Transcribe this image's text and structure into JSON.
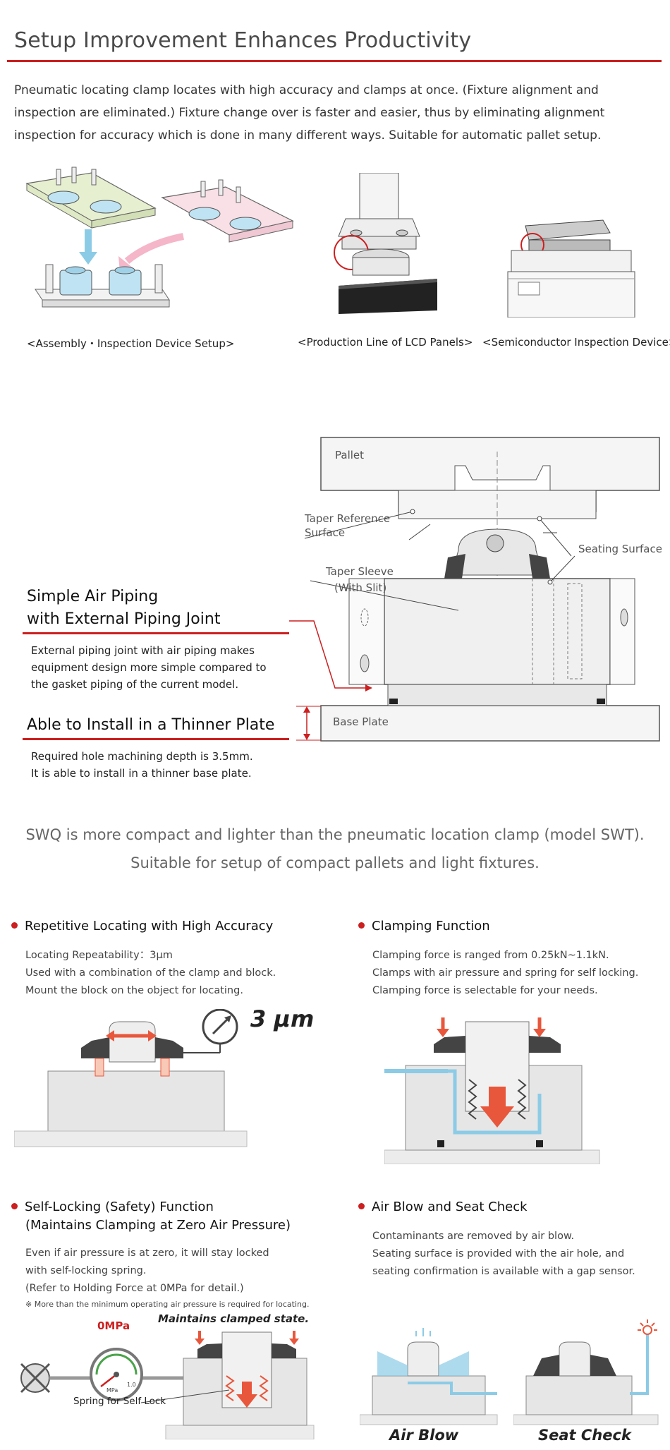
{
  "header": {
    "title": "Setup Improvement Enhances Productivity",
    "intro": "Pneumatic locating clamp locates with high accuracy and clamps at once. (Fixture alignment and inspection are eliminated.) Fixture change over is faster and easier, thus by eliminating alignment inspection for accuracy which is done in many different ways. Suitable for automatic pallet setup."
  },
  "applications": [
    {
      "caption": "<Assembly・Inspection Device Setup>"
    },
    {
      "caption": "<Production Line of LCD Panels>"
    },
    {
      "caption": "<Semiconductor Inspection Device>"
    }
  ],
  "diagram": {
    "labels": {
      "pallet": "Pallet",
      "taper_reference_1": "Taper Reference",
      "taper_reference_2": "Surface",
      "seating_surface": "Seating Surface",
      "taper_sleeve_1": "Taper Sleeve",
      "taper_sleeve_2": "(With Slit)",
      "base_plate": "Base Plate"
    },
    "features": [
      {
        "title_line1": "Simple Air Piping",
        "title_line2": "with External Piping Joint",
        "desc1": "External piping joint with air piping makes",
        "desc2": "equipment design more simple compared to",
        "desc3": "the gasket piping of the current model."
      },
      {
        "title_line1": "Able to Install in a Thinner Plate",
        "desc1": "Required hole machining depth is 3.5mm.",
        "desc2": "It is able to install in a thinner base plate."
      }
    ]
  },
  "summary": {
    "line1": "SWQ is more compact and lighter than the pneumatic location clamp (model SWT).",
    "line2": "Suitable for setup of compact pallets and light fixtures."
  },
  "sections": {
    "repetitive": {
      "title": "Repetitive Locating with High Accuracy",
      "lines": [
        "Locating Repeatability：3μm",
        "Used with a combination of the clamp and block.",
        "Mount the block on the object for locating."
      ],
      "gauge_value": "3 μm"
    },
    "clamping": {
      "title": "Clamping Function",
      "lines": [
        "Clamping force is ranged from 0.25kN~1.1kN.",
        "Clamps with air pressure and spring for self locking.",
        "Clamping force is selectable for your needs."
      ]
    },
    "self_locking": {
      "title_line1": "Self-Locking (Safety) Function",
      "title_line2": "(Maintains Clamping at Zero Air Pressure)",
      "lines": [
        "Even if air pressure is at zero, it will stay locked",
        "with self-locking spring.",
        "(Refer to Holding Force at 0MPa for detail.)"
      ],
      "note": "※ More than the minimum operating air pressure is required for locating.",
      "pressure_label": "0MPa",
      "gauge_unit": "MPa",
      "gauge_max": "1.0",
      "maintains_label": "Maintains clamped state.",
      "spring_label": "Spring for Self Lock"
    },
    "air_blow": {
      "title": "Air Blow and Seat Check",
      "lines": [
        "Contaminants are removed by air blow.",
        "Seating surface is provided with the air hole, and",
        "seating confirmation is available with a gap sensor."
      ],
      "caption_left": "Air Blow",
      "caption_right": "Seat Check"
    }
  },
  "colors": {
    "accent": "#cc1f1f",
    "fixture_green": "#e6efcf",
    "fixture_pink": "#f9dfe6",
    "clamp_blue": "#bfe3f2",
    "arrow_red": "#e8573c",
    "air_blue": "#8ccbe6"
  }
}
